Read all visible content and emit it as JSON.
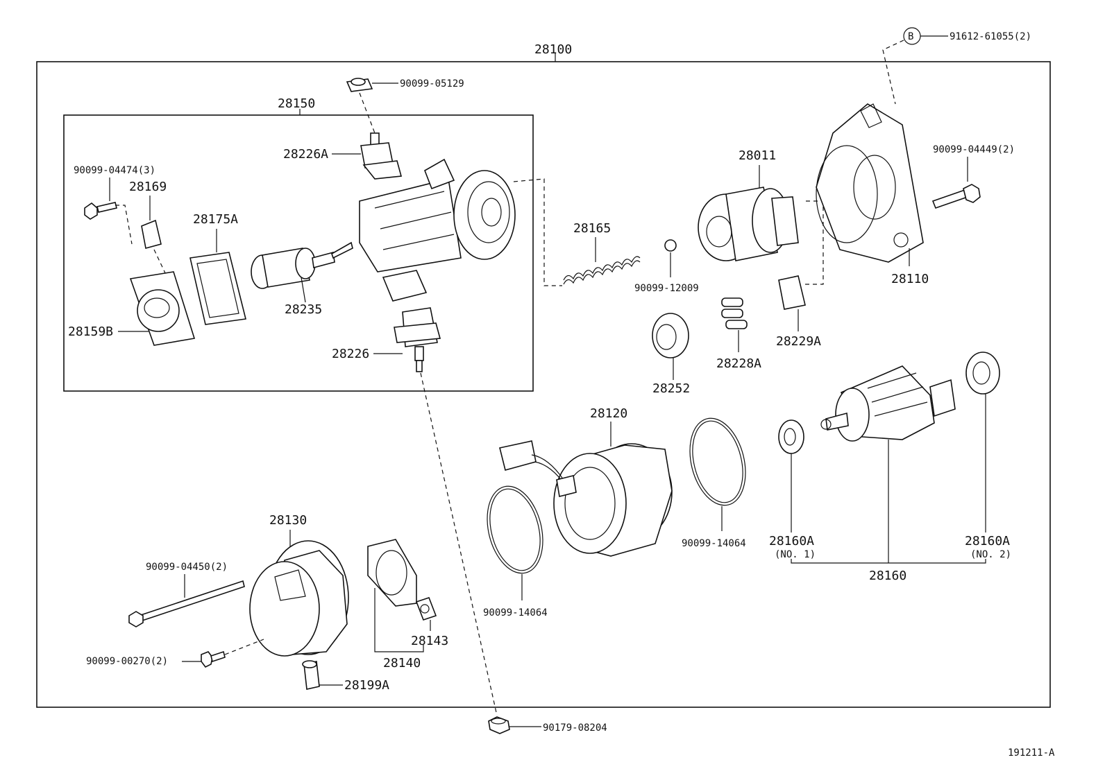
{
  "assembly": "28100",
  "subassembly": "28150",
  "figure_code": "191211-A",
  "callout_B": {
    "letter": "B",
    "part": "91612-61055(2)"
  },
  "labels": {
    "p90099_05129": "90099-05129",
    "p28226A": "28226A",
    "p90099_04474": "90099-04474(3)",
    "p28169": "28169",
    "p28175A": "28175A",
    "p28235": "28235",
    "p28159B": "28159B",
    "p28226": "28226",
    "p28011": "28011",
    "p90099_04449": "90099-04449(2)",
    "p28165": "28165",
    "p90099_12009": "90099-12009",
    "p28110": "28110",
    "p28229A": "28229A",
    "p28228A": "28228A",
    "p28252": "28252",
    "p28120": "28120",
    "p90099_14064_a": "90099-14064",
    "p90099_14064_b": "90099-14064",
    "p28160A_1": "28160A",
    "p28160A_1_note": "(NO. 1)",
    "p28160A_2": "28160A",
    "p28160A_2_note": "(NO. 2)",
    "p28160": "28160",
    "p28130": "28130",
    "p90099_04450": "90099-04450(2)",
    "p90099_00270": "90099-00270(2)",
    "p28199A": "28199A",
    "p28140": "28140",
    "p28143": "28143",
    "p90179_08204": "90179-08204"
  }
}
